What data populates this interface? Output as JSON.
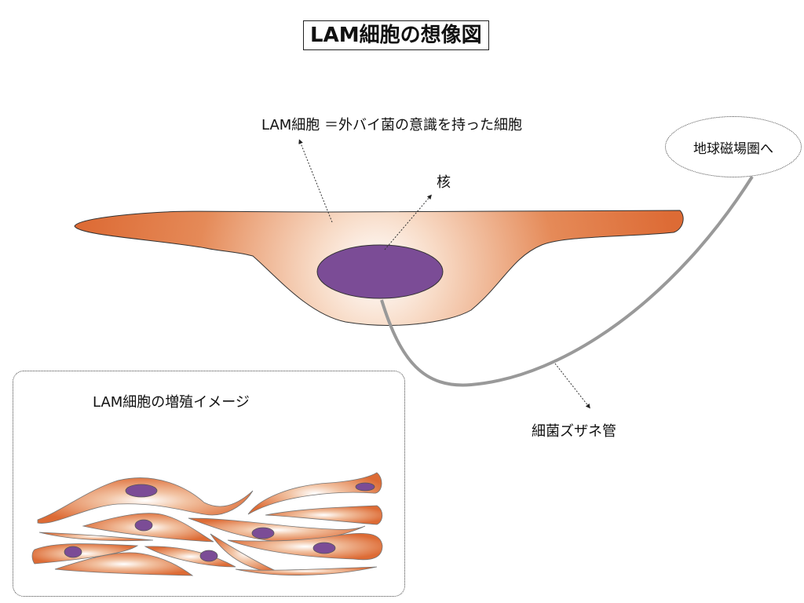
{
  "title": "LAM細胞の想像図",
  "labels": {
    "cell": "LAM細胞 ＝外バイ菌の意識を持った細胞",
    "nucleus": "核",
    "tube": "細菌ズザネ管",
    "destination": "地球磁場圏へ",
    "inset_title": "LAM細胞の増殖イメージ"
  },
  "colors": {
    "cell_edge": "#dd6b35",
    "cell_center": "#ffffff",
    "nucleus": "#7b4c96",
    "tube": "#999999"
  }
}
